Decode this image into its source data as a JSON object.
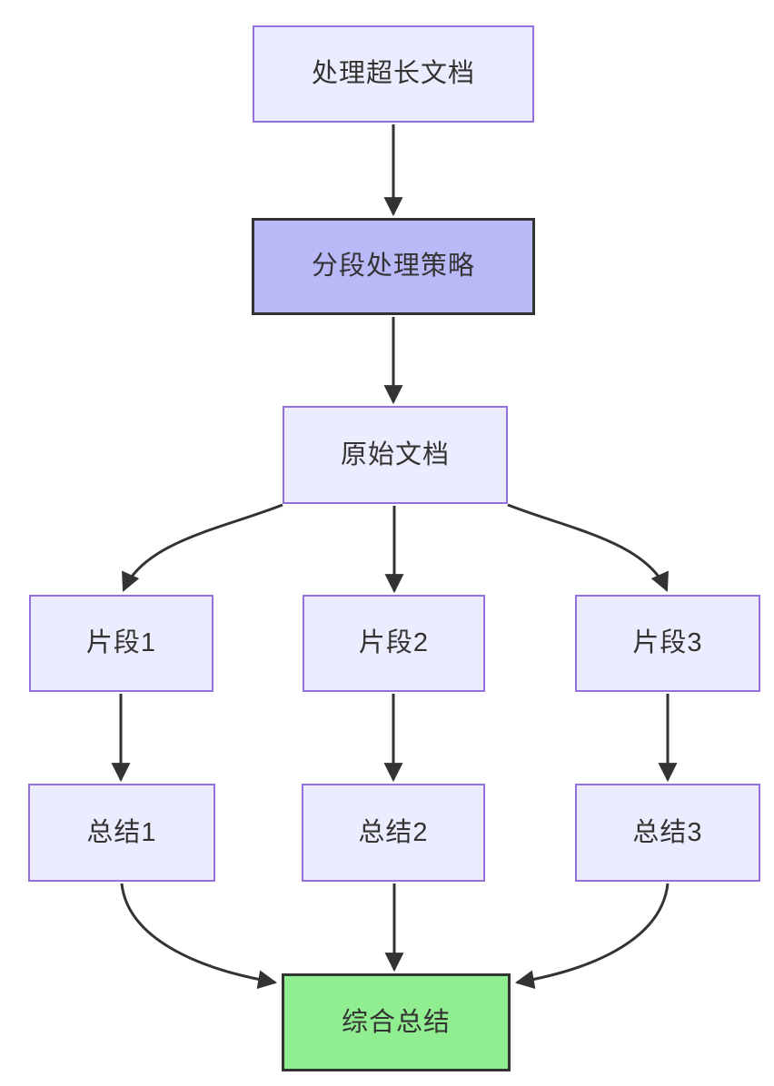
{
  "diagram": {
    "type": "flowchart",
    "direction": "top-down",
    "nodes": [
      {
        "id": "start",
        "label": "处理超长文档",
        "style": "lavender"
      },
      {
        "id": "strategy",
        "label": "分段处理策略",
        "style": "purple-highlight"
      },
      {
        "id": "original",
        "label": "原始文档",
        "style": "lavender"
      },
      {
        "id": "fragment1",
        "label": "片段1",
        "style": "lavender"
      },
      {
        "id": "fragment2",
        "label": "片段2",
        "style": "lavender"
      },
      {
        "id": "fragment3",
        "label": "片段3",
        "style": "lavender"
      },
      {
        "id": "summary1",
        "label": "总结1",
        "style": "lavender"
      },
      {
        "id": "summary2",
        "label": "总结2",
        "style": "lavender"
      },
      {
        "id": "summary3",
        "label": "总结3",
        "style": "lavender"
      },
      {
        "id": "final",
        "label": "综合总结",
        "style": "green-highlight"
      }
    ],
    "edges": [
      {
        "from": "处理超长文档",
        "to": "分段处理策略"
      },
      {
        "from": "分段处理策略",
        "to": "原始文档"
      },
      {
        "from": "原始文档",
        "to": "片段1"
      },
      {
        "from": "原始文档",
        "to": "片段2"
      },
      {
        "from": "原始文档",
        "to": "片段3"
      },
      {
        "from": "片段1",
        "to": "总结1"
      },
      {
        "from": "片段2",
        "to": "总结2"
      },
      {
        "from": "片段3",
        "to": "总结3"
      },
      {
        "from": "总结1",
        "to": "综合总结"
      },
      {
        "from": "总结2",
        "to": "综合总结"
      },
      {
        "from": "总结3",
        "to": "综合总结"
      }
    ],
    "colors": {
      "node_fill": "#ECECFF",
      "node_border": "#9370DB",
      "highlight_purple_fill": "#B9B9F8",
      "highlight_green_fill": "#90EE90",
      "dark_border": "#333333",
      "edge": "#333333",
      "text": "#333333",
      "background": "#FFFFFF"
    }
  }
}
